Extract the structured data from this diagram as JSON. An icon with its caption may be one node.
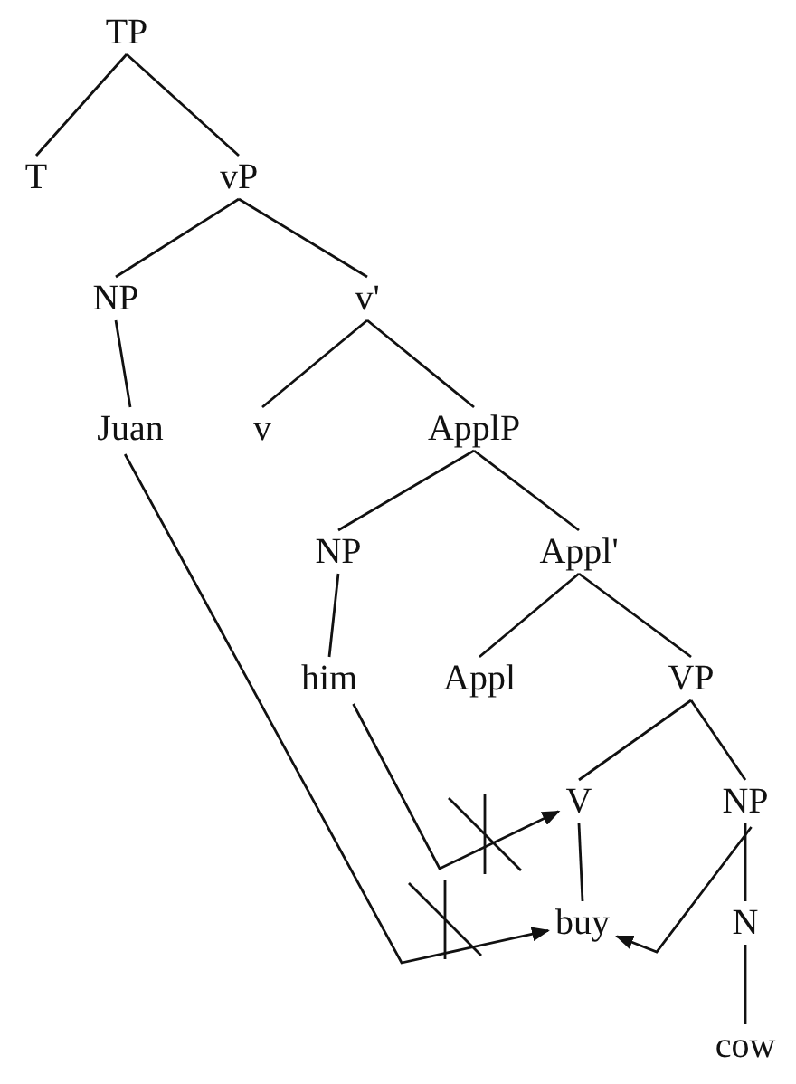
{
  "diagram": {
    "nodes": [
      {
        "text": [
          "TP"
        ]
      },
      {
        "text": [
          "T"
        ]
      },
      {
        "text": [
          "vP"
        ]
      },
      {
        "text": [
          "NP"
        ]
      },
      {
        "text": [
          "v'"
        ]
      },
      {
        "text": [
          "Juan"
        ]
      },
      {
        "text": [
          "v"
        ]
      },
      {
        "text": [
          "ApplP"
        ]
      },
      {
        "text": [
          "NP"
        ]
      },
      {
        "text": [
          "Appl'"
        ]
      },
      {
        "text": [
          "him"
        ]
      },
      {
        "text": [
          "Appl"
        ]
      },
      {
        "text": [
          "VP"
        ]
      },
      {
        "text": [
          "V"
        ]
      },
      {
        "text": [
          "NP"
        ]
      },
      {
        "text": [
          "buy"
        ]
      },
      {
        "text": [
          "N"
        ]
      },
      {
        "text": [
          "cow"
        ]
      }
    ],
    "edges": [
      {
        "from": 0,
        "to": 1,
        "arrow": "none"
      },
      {
        "from": 0,
        "to": 2,
        "arrow": "none"
      },
      {
        "from": 2,
        "to": 3,
        "arrow": "none"
      },
      {
        "from": 2,
        "to": 4,
        "arrow": "none"
      },
      {
        "from": 3,
        "to": 5,
        "arrow": "none"
      },
      {
        "from": 4,
        "to": 6,
        "arrow": "none"
      },
      {
        "from": 4,
        "to": 7,
        "arrow": "none"
      },
      {
        "from": 7,
        "to": 8,
        "arrow": "none"
      },
      {
        "from": 7,
        "to": 9,
        "arrow": "none"
      },
      {
        "from": 8,
        "to": 10,
        "arrow": "none"
      },
      {
        "from": 9,
        "to": 11,
        "arrow": "none"
      },
      {
        "from": 9,
        "to": 12,
        "arrow": "none"
      },
      {
        "from": 12,
        "to": 13,
        "arrow": "none"
      },
      {
        "from": 12,
        "to": 14,
        "arrow": "none"
      },
      {
        "from": 13,
        "to": 15,
        "arrow": "none"
      },
      {
        "from": 14,
        "to": 16,
        "arrow": "none"
      },
      {
        "from": 16,
        "to": 17,
        "arrow": "none"
      },
      {
        "from": 5,
        "to": 15,
        "arrow": "to"
      },
      {
        "from": 10,
        "to": 13,
        "arrow": "to"
      },
      {
        "from": 14,
        "to": 15,
        "arrow": "to"
      }
    ]
  }
}
